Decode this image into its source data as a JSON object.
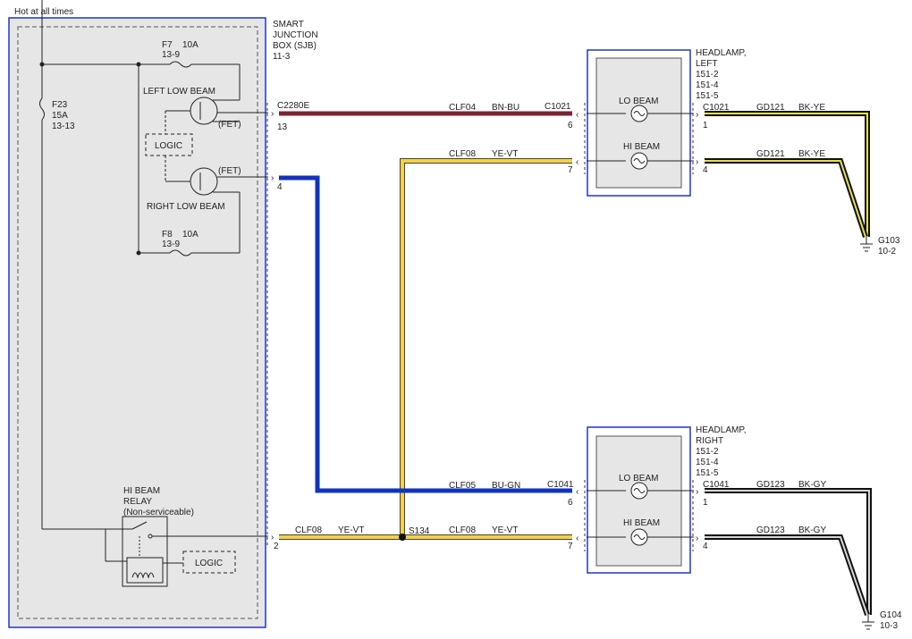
{
  "top_label": "Hot at all times",
  "sjb": {
    "title": [
      "SMART",
      "JUNCTION",
      "BOX (SJB)",
      "11-3"
    ]
  },
  "fuses": {
    "f7": {
      "name": "F7",
      "rating": "10A",
      "ref": "13-9"
    },
    "f8": {
      "name": "F8",
      "rating": "10A",
      "ref": "13-9"
    },
    "f23": {
      "name": "F23",
      "rating": "15A",
      "ref": "13-13"
    }
  },
  "labels": {
    "left_low_beam": "LEFT LOW BEAM",
    "right_low_beam": "RIGHT LOW BEAM",
    "fet": "(FET)",
    "logic": "LOGIC",
    "relay": [
      "HI BEAM",
      "RELAY",
      "(Non-serviceable)"
    ],
    "splice": "S134"
  },
  "connectors": {
    "c2280e": "C2280E",
    "pin13": "13",
    "pin4": "4",
    "pin2": "2",
    "c1021": "C1021",
    "c1041": "C1041",
    "p6": "6",
    "p7": "7",
    "p1": "1",
    "p4": "4"
  },
  "wires": {
    "w1": {
      "circuit": "CLF04",
      "color": "BN-BU"
    },
    "w2": {
      "circuit": "CLF08",
      "color": "YE-VT"
    },
    "w3": {
      "circuit": "CLF05",
      "color": "BU-GN"
    },
    "w4": {
      "circuit": "CLF08",
      "color": "YE-VT"
    },
    "w5": {
      "circuit": "CLF08",
      "color": "YE-VT"
    },
    "g_left": {
      "circuit": "GD121",
      "color": "BK-YE"
    },
    "g_right": {
      "circuit": "GD123",
      "color": "BK-GY"
    }
  },
  "headlamps": {
    "left": {
      "title": [
        "HEADLAMP,",
        "LEFT",
        "151-2",
        "151-4",
        "151-5"
      ],
      "lo": "LO BEAM",
      "hi": "HI BEAM"
    },
    "right": {
      "title": [
        "HEADLAMP,",
        "RIGHT",
        "151-2",
        "151-4",
        "151-5"
      ],
      "lo": "LO BEAM",
      "hi": "HI BEAM"
    }
  },
  "grounds": {
    "g103": {
      "name": "G103",
      "ref": "10-2"
    },
    "g104": {
      "name": "G104",
      "ref": "10-3"
    }
  },
  "colors": {
    "brown_blue": "#7a2535",
    "yellow": "#f5d04a",
    "blue": "#1133bb",
    "black": "#111111",
    "box_border": "#2233cc",
    "box_fill": "#e6e6e6"
  }
}
